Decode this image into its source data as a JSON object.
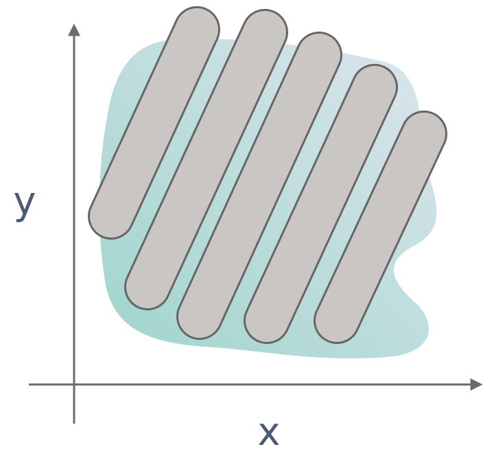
{
  "axes": {
    "x_label": "x",
    "y_label": "y"
  },
  "colors": {
    "axis": "#6b6b6b",
    "region_gradient_start": "#dde6ee",
    "region_gradient_end": "#9fd4cc",
    "capsule_fill": "#f1ece8",
    "capsule_stroke": "#666666"
  },
  "capsule_count": 5
}
